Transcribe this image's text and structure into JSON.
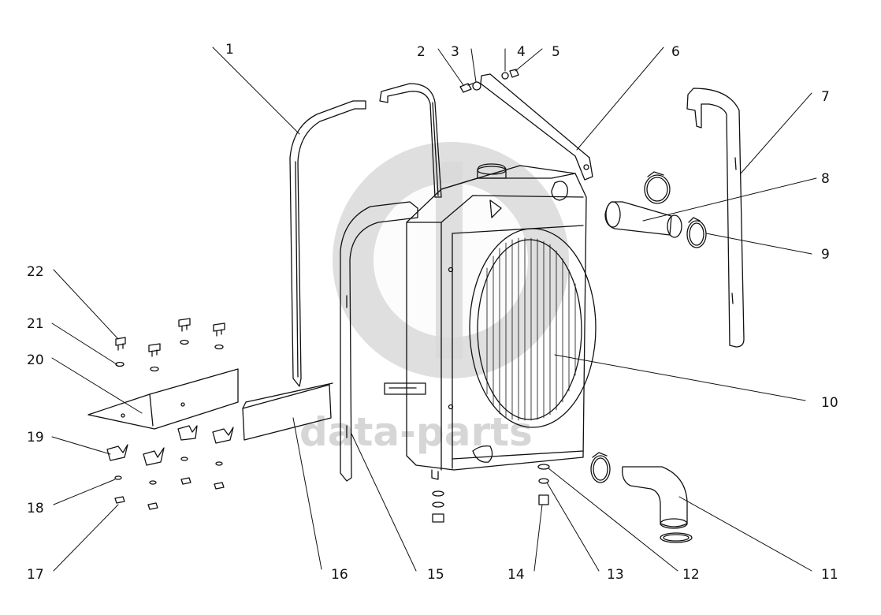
{
  "diagram": {
    "watermark": "data-parts",
    "callouts": [
      {
        "n": "1"
      },
      {
        "n": "2"
      },
      {
        "n": "3"
      },
      {
        "n": "4"
      },
      {
        "n": "5"
      },
      {
        "n": "6"
      },
      {
        "n": "7"
      },
      {
        "n": "8"
      },
      {
        "n": "9"
      },
      {
        "n": "10"
      },
      {
        "n": "11"
      },
      {
        "n": "12"
      },
      {
        "n": "13"
      },
      {
        "n": "14"
      },
      {
        "n": "15"
      },
      {
        "n": "16"
      },
      {
        "n": "17"
      },
      {
        "n": "18"
      },
      {
        "n": "19"
      },
      {
        "n": "20"
      },
      {
        "n": "21"
      },
      {
        "n": "22"
      }
    ],
    "colors": {
      "line": "#111111",
      "watermark": "#d6d6d6",
      "background": "#ffffff"
    }
  }
}
